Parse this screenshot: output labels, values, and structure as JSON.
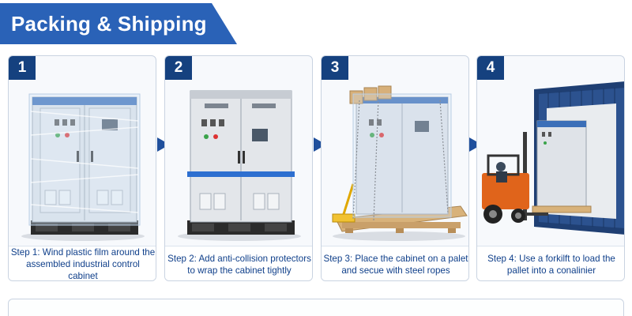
{
  "header": {
    "title": "Packing & Shipping"
  },
  "steps": [
    {
      "number": "1",
      "caption": "Step 1: Wind plastic film around the assembled industrial control cabinet"
    },
    {
      "number": "2",
      "caption": "Step 2: Add anti-collision protectors to wrap the cabinet tightly"
    },
    {
      "number": "3",
      "caption": "Step 3: Place the cabinet on a palet and secue with steel ropes"
    },
    {
      "number": "4",
      "caption": "Step 4: Use a forkilft to load the pallet into a conalinier"
    }
  ],
  "colors": {
    "banner": "#2a62b7",
    "badge": "#15417f",
    "caption_text": "#0f3f8a",
    "arrow": "#1f4f9c",
    "protector_stripe": "#2d6fd0"
  }
}
